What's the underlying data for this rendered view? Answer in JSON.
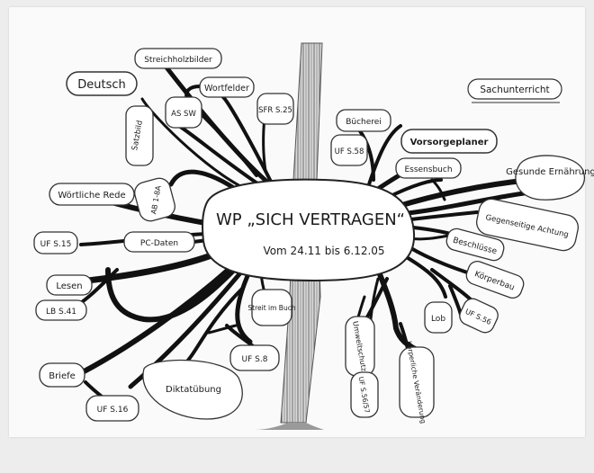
{
  "colors": {
    "ink": "#111111",
    "paper": "#fafafa",
    "background": "#ededed",
    "trunk": "#6b6b6b"
  },
  "center": {
    "line1": "WP „SICH VERTRAGEN“",
    "line2": "Vom 24.11 bis 6.12.05"
  },
  "subjects": {
    "left": "Deutsch",
    "right": "Sachunterricht"
  },
  "left_nodes": {
    "streichholzbilder": "Streichholzbilder",
    "wortfelder": "Wortfelder",
    "sfr": "SFR S.25",
    "as_sw": "AS SW",
    "satzbild": "Satzbild",
    "ab": "AB 1-8A",
    "woertliche_rede": "Wörtliche Rede",
    "uf": "UF S.15",
    "pc": "PC-Daten",
    "lesen": "Lesen",
    "lb": "LB S.41",
    "briefe": "Briefe",
    "uf_s16": "UF S.16",
    "diktatuebung": "Diktatübung",
    "uf_s8": "UF S.8",
    "streit": "Streit im Buch"
  },
  "right_nodes": {
    "uf_s58": "UF S.58",
    "buecherei": "Bücherei",
    "vorsorge": "Vorsorgeplaner",
    "essensbuch": "Essensbuch",
    "gesunde_ernaehrung": "Gesunde Ernährung",
    "gegenseitige_achtung": "Gegenseitige Achtung",
    "beschluss": "Beschlüsse",
    "koerperbau": "Körperbau",
    "lob": "Lob",
    "uf_s56": "UF S.56",
    "umweltschutz": "Umweltschutz",
    "uf_s56b": "UF S.56/57",
    "koerperlich": "Körperliche Veränderung"
  }
}
